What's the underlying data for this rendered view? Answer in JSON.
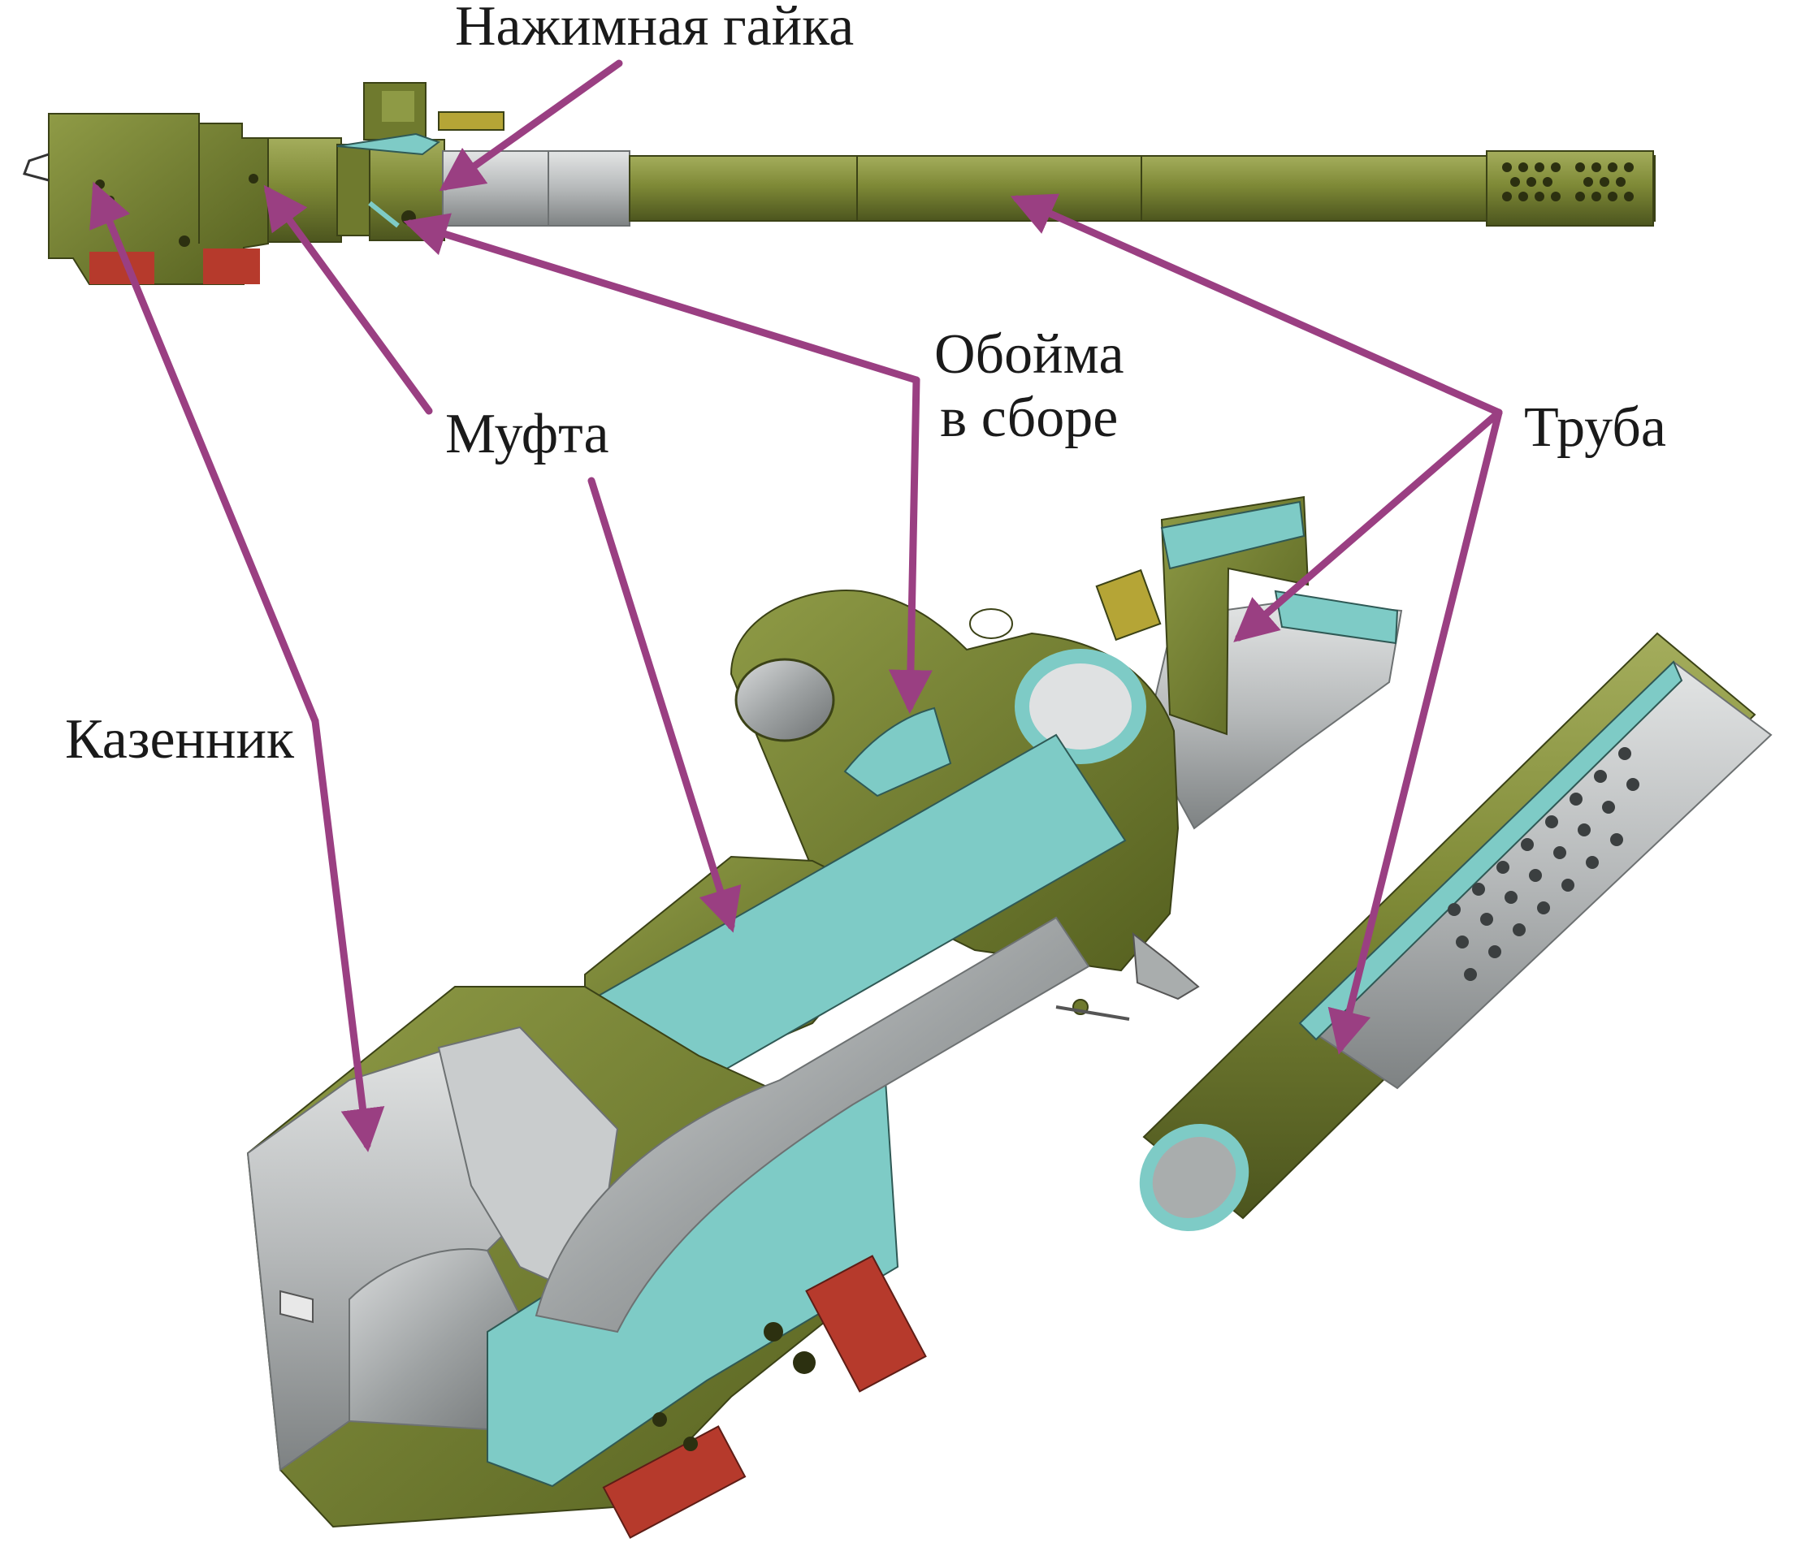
{
  "colors": {
    "arrow": "#9a3f82",
    "metal_olive": "#6f7a2e",
    "metal_olive_dark": "#4f5820",
    "metal_olive_light": "#8e9a45",
    "cut_surface": "#7ecbc6",
    "steel_grey": "#b9bcbd",
    "steel_grey_dark": "#8d9091",
    "red_pad": "#b63a2c",
    "background": "#ffffff"
  },
  "labels": {
    "pressure_nut": "Нажимная гайка",
    "clip_assembly_line1": "Обойма",
    "clip_assembly_line2": "в сборе",
    "coupling": "Муфта",
    "tube": "Труба",
    "breech": "Казенник"
  }
}
